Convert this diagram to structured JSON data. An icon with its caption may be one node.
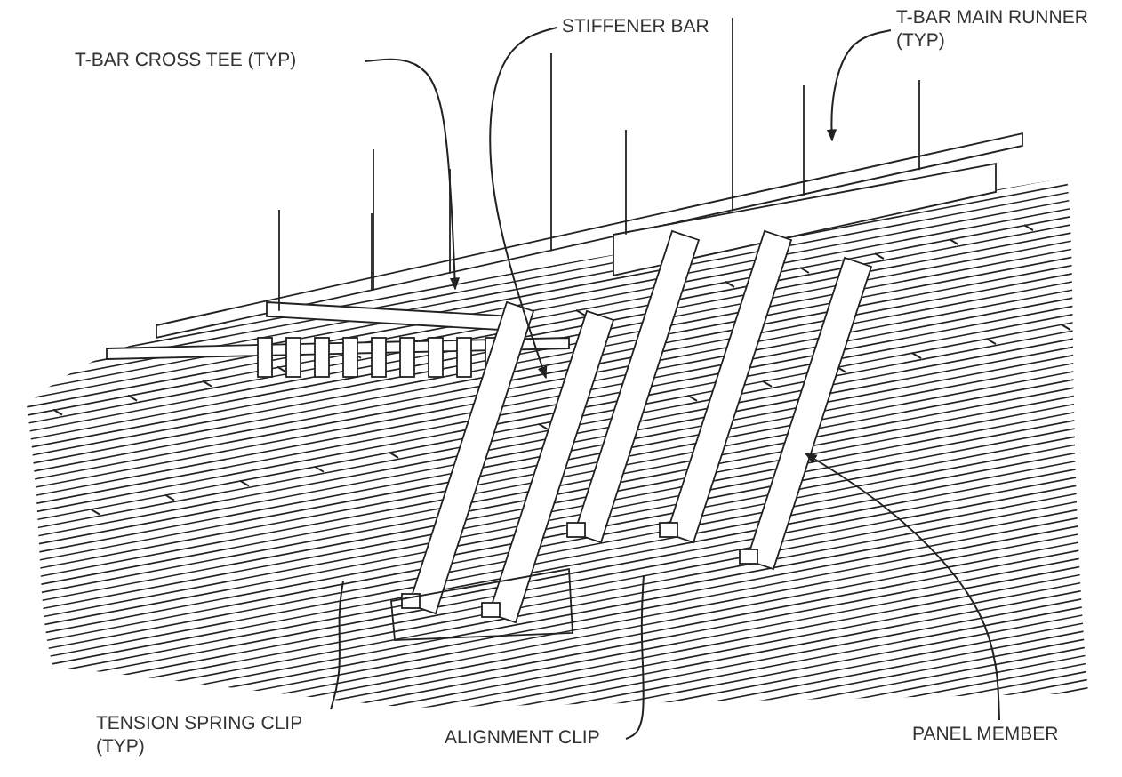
{
  "diagram": {
    "nodes": [
      {
        "text": [
          "T-BAR CROSS TEE (TYP)"
        ]
      },
      {
        "text": [
          "STIFFENER BAR"
        ]
      },
      {
        "text": [
          "T-BAR MAIN RUNNER (TYP)"
        ]
      },
      {
        "text": [
          "TENSION SPRING CLIP (TYP)"
        ]
      },
      {
        "text": [
          "ALIGNMENT CLIP"
        ]
      },
      {
        "text": [
          "PANEL MEMBER"
        ]
      }
    ],
    "edges": [
      {
        "from": 0,
        "to": null,
        "arrow": "to"
      },
      {
        "from": 1,
        "to": null,
        "arrow": "to"
      },
      {
        "from": 2,
        "to": null,
        "arrow": "to"
      },
      {
        "from": 3,
        "to": null,
        "arrow": "none"
      },
      {
        "from": 4,
        "to": null,
        "arrow": "none"
      },
      {
        "from": 5,
        "to": null,
        "arrow": "to"
      }
    ]
  }
}
